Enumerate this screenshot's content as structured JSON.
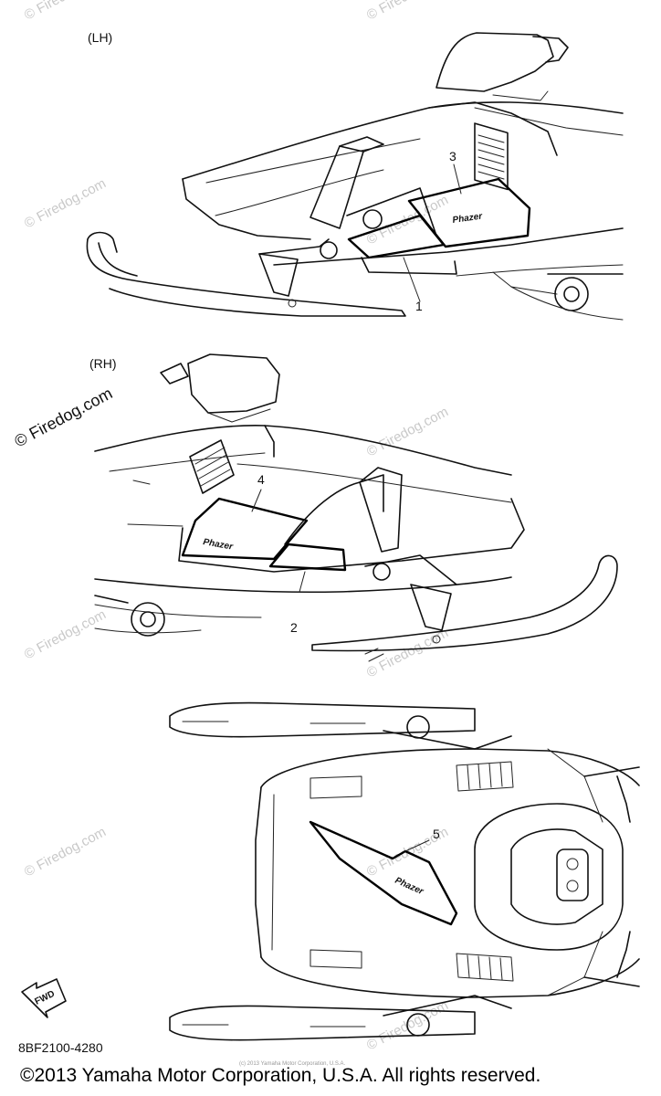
{
  "views": {
    "left": {
      "label": "(LH)"
    },
    "right": {
      "label": "(RH)"
    }
  },
  "callouts": [
    "1",
    "2",
    "3",
    "4",
    "5"
  ],
  "fwd_badge": "FWD",
  "decal_text": "Phazer",
  "watermark": "© Firedog.com",
  "part_code": "8BF2100-4280",
  "footer_small": "(c) 2013 Yamaha Motor Corporation, U.S.A.",
  "copyright": "©2013 Yamaha Motor Corporation, U.S.A. All rights reserved."
}
